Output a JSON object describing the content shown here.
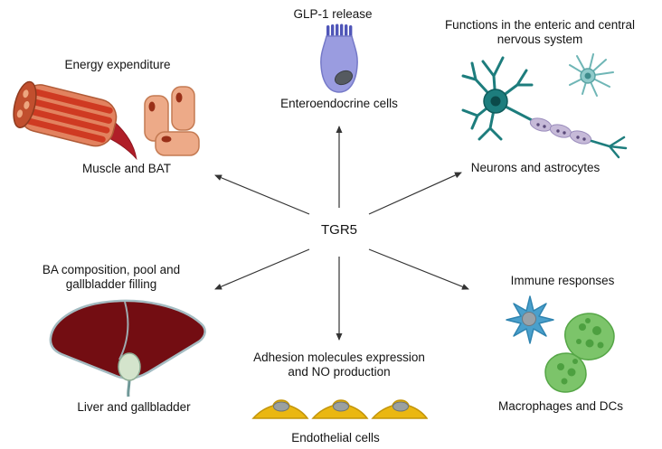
{
  "center": {
    "label": "TGR5"
  },
  "nodes": {
    "muscle": {
      "function_label": "Energy expenditure",
      "cell_label": "Muscle and BAT"
    },
    "enteroendocrine": {
      "function_label": "GLP-1 release",
      "cell_label": "Enteroendocrine cells"
    },
    "neurons": {
      "function_label": "Functions in the enteric and central nervous system",
      "cell_label": "Neurons and astrocytes"
    },
    "liver": {
      "function_label": "BA composition, pool and gallbladder filling",
      "cell_label": "Liver and gallbladder"
    },
    "endothelial": {
      "function_label": "Adhesion molecules expression and NO production",
      "cell_label": "Endothelial cells"
    },
    "immune": {
      "function_label": "Immune responses",
      "cell_label": "Macrophages and DCs"
    }
  },
  "colors": {
    "arrow": "#333333",
    "muscle_body": "#e2825f",
    "muscle_fiber": "#cf3a22",
    "muscle_tendon": "#b01e28",
    "bat_cell": "#edaa88",
    "entero_body": "#9a9ce0",
    "entero_villi": "#4f55b8",
    "neuron_teal": "#1d7d7d",
    "astrocyte_teal": "#8fcaca",
    "myelin_purple": "#c6bad8",
    "liver_red": "#730d12",
    "gallbladder_green": "#d4e4cc",
    "endothelial_yellow": "#eab711",
    "dc_blue": "#4aa0cc",
    "macrophage_green": "#7cc46a"
  }
}
